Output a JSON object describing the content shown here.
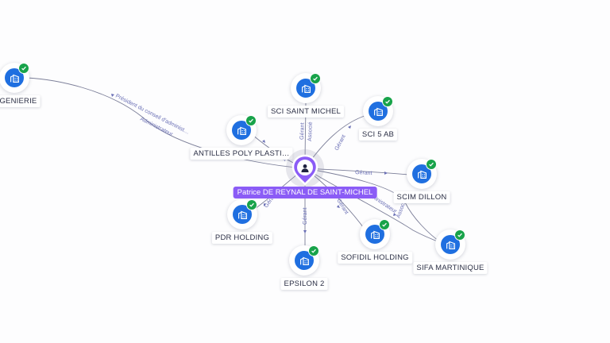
{
  "colors": {
    "accent": "#8b5cf6",
    "node_fill": "#1f6fe0",
    "verified": "#18a34a",
    "edge": "#7c7f99",
    "edge_label": "#6a6fb5"
  },
  "person": {
    "name": "Patrice DE REYNAL DE SAINT-MICHEL",
    "icon": "person-icon"
  },
  "companies": [
    {
      "id": "ingenierie",
      "name": "INGENIERIE",
      "icon": "building-icon",
      "verified": true
    },
    {
      "id": "sci-saint-michel",
      "name": "SCI SAINT MICHEL",
      "icon": "building-icon",
      "verified": true
    },
    {
      "id": "sci-5-ab",
      "name": "SCI 5 AB",
      "icon": "building-icon",
      "verified": true
    },
    {
      "id": "antilles-poly",
      "name": "ANTILLES POLY PLASTI…",
      "icon": "building-icon",
      "verified": true
    },
    {
      "id": "scim-dillon",
      "name": "SCIM DILLON",
      "icon": "building-icon",
      "verified": true
    },
    {
      "id": "pdr-holding",
      "name": "PDR HOLDING",
      "icon": "building-icon",
      "verified": true
    },
    {
      "id": "sofidil-holding",
      "name": "SOFIDIL HOLDING",
      "icon": "building-icon",
      "verified": true
    },
    {
      "id": "sifa-martinique",
      "name": "SIFA MARTINIQUE",
      "icon": "building-icon",
      "verified": true
    },
    {
      "id": "epsilon-2",
      "name": "EPSILON 2",
      "icon": "building-icon",
      "verified": true
    }
  ],
  "relations": [
    {
      "target": "ingenierie",
      "labels": [
        "Président du conseil d'administ…",
        "Administrateur"
      ]
    },
    {
      "target": "sci-saint-michel",
      "labels": [
        "Gérant",
        "Associé"
      ]
    },
    {
      "target": "sci-5-ab",
      "labels": [
        "Gérant"
      ]
    },
    {
      "target": "antilles-poly",
      "labels": [
        "Gérant"
      ]
    },
    {
      "target": "scim-dillon",
      "labels": [
        "Gérant"
      ]
    },
    {
      "target": "pdr-holding",
      "labels": [
        "Gérant"
      ]
    },
    {
      "target": "sofidil-holding",
      "labels": [
        "Gérant"
      ]
    },
    {
      "target": "sifa-martinique",
      "labels": [
        "Administrateur",
        "Associé"
      ]
    },
    {
      "target": "epsilon-2",
      "labels": [
        "Gérant"
      ]
    }
  ]
}
